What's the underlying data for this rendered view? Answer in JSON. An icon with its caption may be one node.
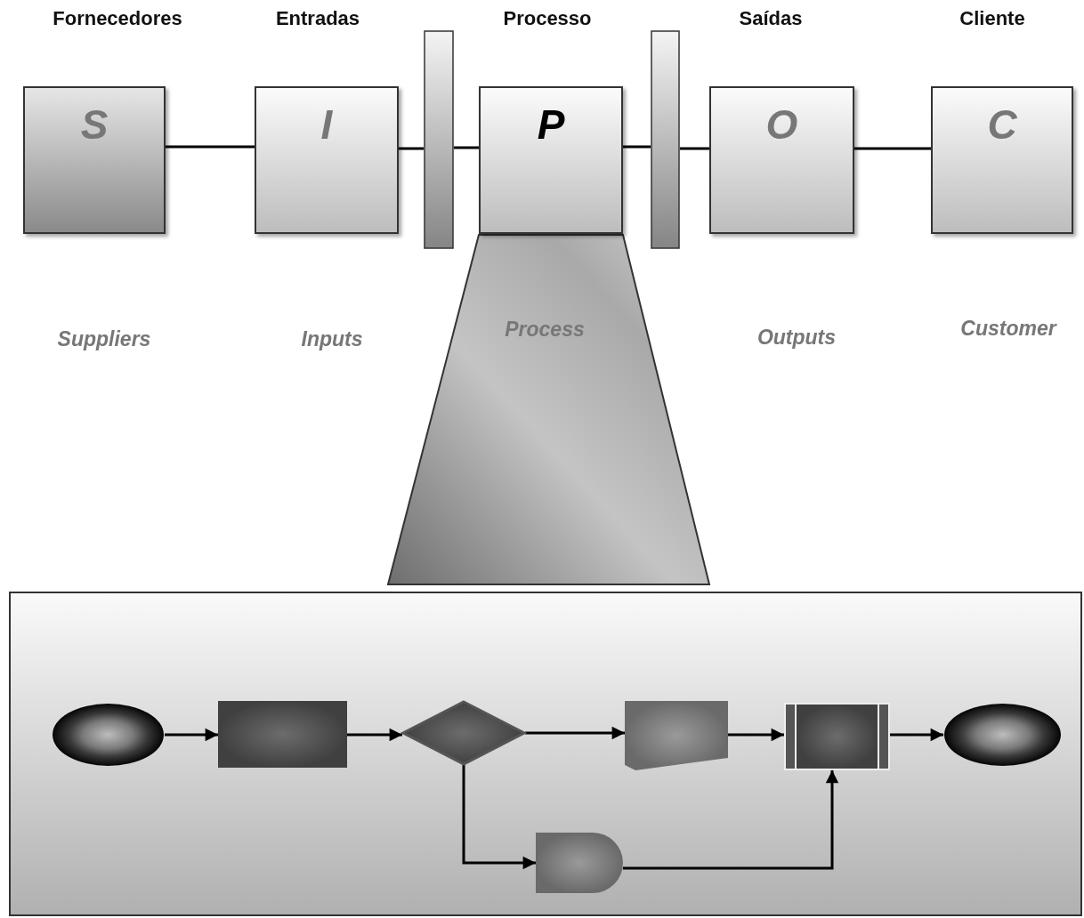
{
  "diagram": {
    "nodes": [
      {
        "text": [
          "S"
        ]
      },
      {
        "text": [
          "I"
        ]
      },
      {
        "text": [],
        "shape": "bar"
      },
      {
        "text": [
          "P"
        ]
      },
      {
        "text": [],
        "shape": "bar"
      },
      {
        "text": [
          "O"
        ]
      },
      {
        "text": [
          "C"
        ]
      },
      {
        "text": [
          "Process"
        ]
      },
      {
        "text": [],
        "shape": "box"
      },
      {
        "text": [],
        "shape": "circle",
        "in": 8
      },
      {
        "text": [],
        "shape": "box",
        "in": 8
      },
      {
        "text": [],
        "shape": "diamond",
        "in": 8
      },
      {
        "text": [],
        "shape": "box",
        "in": 8
      },
      {
        "text": [],
        "shape": "box",
        "in": 8
      },
      {
        "text": [],
        "shape": "circle",
        "in": 8
      },
      {
        "text": [],
        "shape": "gate",
        "in": 8
      }
    ],
    "edges": [
      {
        "from": 0,
        "to": 1,
        "arrow": "none"
      },
      {
        "from": 1,
        "to": 2,
        "arrow": "none"
      },
      {
        "from": 2,
        "to": 3,
        "arrow": "none"
      },
      {
        "from": 3,
        "to": 4,
        "arrow": "none"
      },
      {
        "from": 4,
        "to": 5,
        "arrow": "none"
      },
      {
        "from": 5,
        "to": 6,
        "arrow": "none"
      },
      {
        "from": 9,
        "to": 10,
        "arrow": "to"
      },
      {
        "from": 10,
        "to": 11,
        "arrow": "to"
      },
      {
        "from": 11,
        "to": 12,
        "arrow": "to"
      },
      {
        "from": 12,
        "to": 13,
        "arrow": "to"
      },
      {
        "from": 13,
        "to": 14,
        "arrow": "to"
      },
      {
        "from": 11,
        "to": 15,
        "arrow": "to"
      },
      {
        "from": 15,
        "to": 13,
        "arrow": "to"
      }
    ],
    "labels": [
      "Fornecedores",
      "Entradas",
      "Processo",
      "Saídas",
      "Cliente",
      "Suppliers",
      "Inputs",
      "Outputs",
      "Customer"
    ]
  }
}
